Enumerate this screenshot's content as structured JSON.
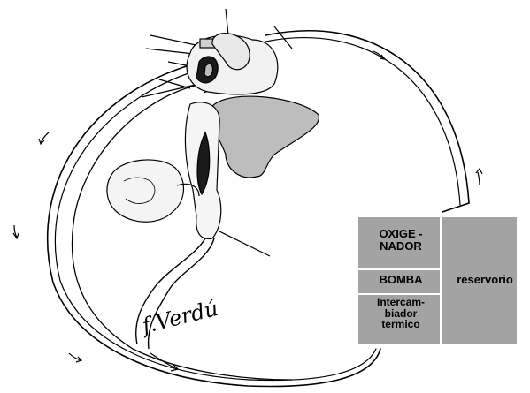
{
  "boxes": {
    "oxigenador": "OXIGE -\nNADOR",
    "bomba": "BOMBA",
    "intercambiador": "Intercam-\nbiador\ntermico",
    "reservorio": "reservorio"
  },
  "signature": "f.Verdú",
  "colors": {
    "box_fill": "#a3a3a3",
    "box_border": "#ffffff",
    "line": "#000000",
    "organ_shade": "#bdbdbd"
  },
  "icons": [
    "circuit-arrow-icon"
  ]
}
